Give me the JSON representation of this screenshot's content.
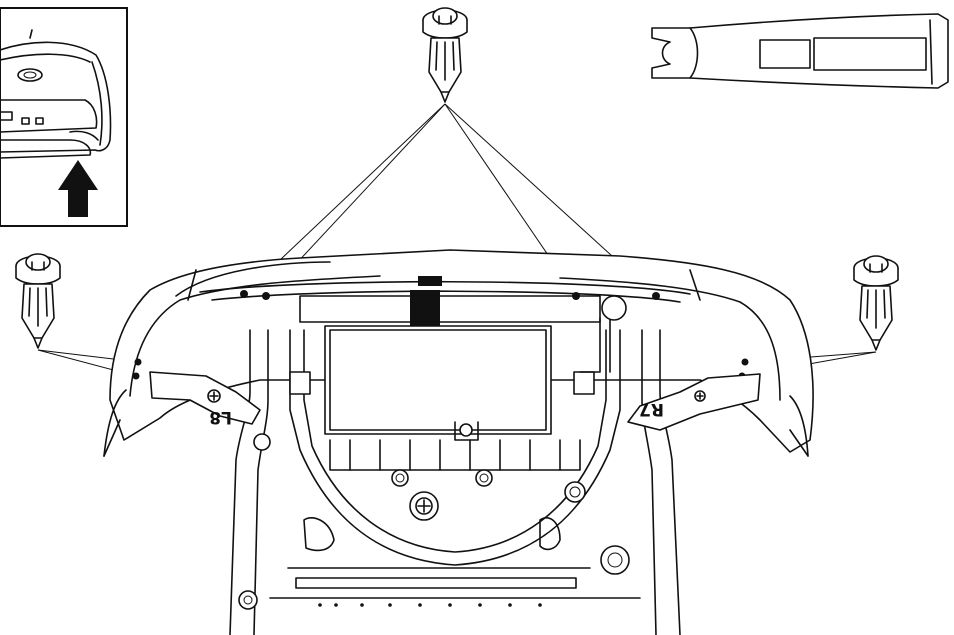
{
  "diagram": {
    "panel_labels": {
      "left": "L8",
      "right": "R7"
    },
    "parts": {
      "inset": "rear-of-vehicle-inset",
      "clip": "push-retainer-clip",
      "tool": "clip-remover-tool",
      "assembly": "rear-bumper-assembly"
    },
    "callouts": {
      "top_clip_count": 4,
      "left_clip_count": 2,
      "right_clip_count": 2
    }
  }
}
